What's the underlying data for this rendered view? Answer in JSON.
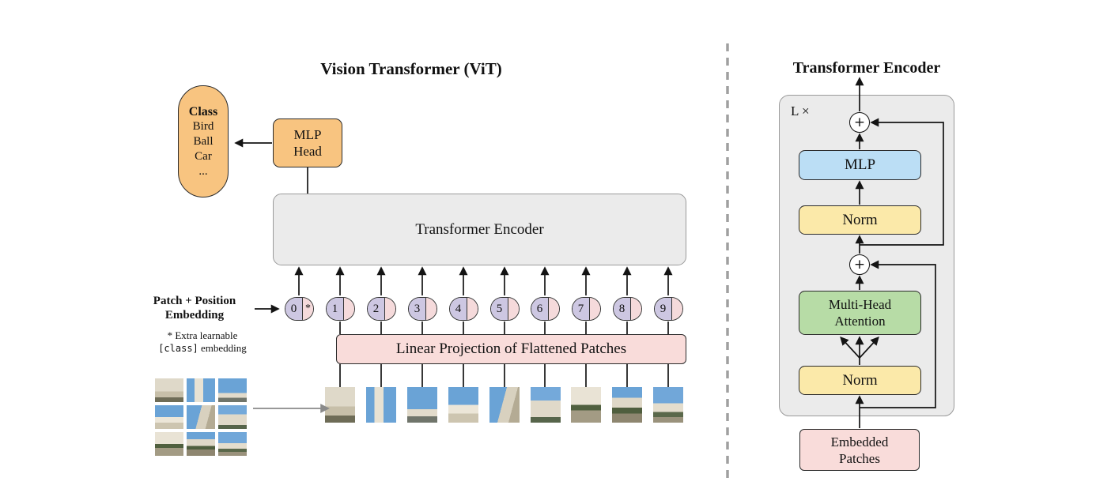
{
  "left": {
    "title": "Vision Transformer (ViT)",
    "class_bubble": {
      "header": "Class",
      "items": [
        "Bird",
        "Ball",
        "Car",
        "..."
      ]
    },
    "mlp_head_line1": "MLP",
    "mlp_head_line2": "Head",
    "encoder_label": "Transformer Encoder",
    "patch_position_line1": "Patch + Position",
    "patch_position_line2": "Embedding",
    "note_line1": "* Extra learnable",
    "note_code": "[class]",
    "note_rest": "embedding",
    "linear_projection_label": "Linear Projection of Flattened Patches",
    "class_token_star": "*",
    "tokens": [
      "0",
      "1",
      "2",
      "3",
      "4",
      "5",
      "6",
      "7",
      "8",
      "9"
    ]
  },
  "right": {
    "title": "Transformer Encoder",
    "depth_label": "L ×",
    "plus": "+",
    "mlp_label": "MLP",
    "norm_label_top": "Norm",
    "attention_line1": "Multi-Head",
    "attention_line2": "Attention",
    "norm_label_bottom": "Norm",
    "embedded_line1": "Embedded",
    "embedded_line2": "Patches"
  },
  "colors": {
    "orange": "#F8C480",
    "gray_box": "#EBEBEB",
    "purple_token": "#CDC7E2",
    "pink": "#F9DCDA",
    "blue": "#BBDEF5",
    "yellow": "#FBE9A9",
    "green": "#B7DCA6"
  }
}
